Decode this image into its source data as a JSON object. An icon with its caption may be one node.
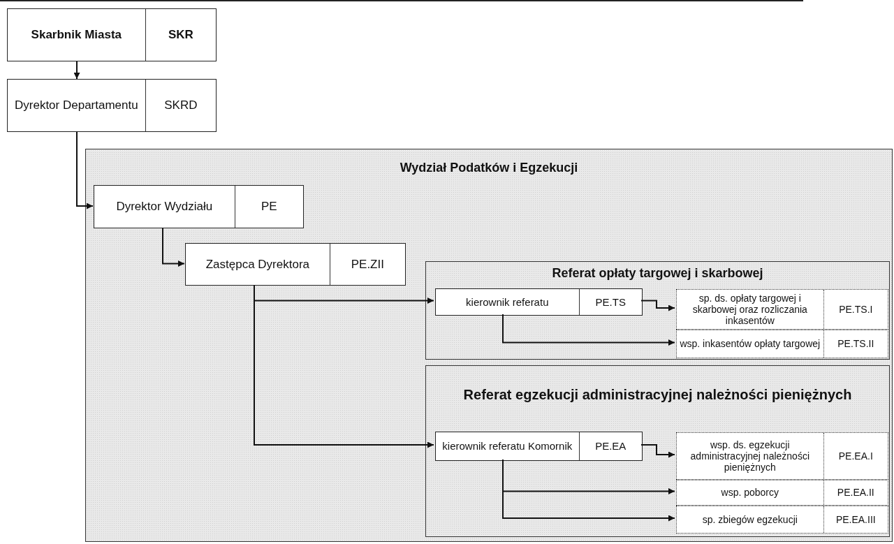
{
  "diagram": {
    "nodes": [
      {
        "text": [
          "Skarbnik Miasta",
          "SKR"
        ]
      },
      {
        "text": [
          "Dyrektor Departamentu",
          "SKRD"
        ]
      },
      {
        "text": [
          "Wydział Podatków i Egzekucji"
        ]
      },
      {
        "text": [
          "Dyrektor Wydziału",
          "PE"
        ],
        "in": 2
      },
      {
        "text": [
          "Zastępca Dyrektora",
          "PE.ZII"
        ],
        "in": 2
      },
      {
        "text": [
          "Referat opłaty targowej i skarbowej"
        ],
        "in": 2
      },
      {
        "text": [
          "kierownik referatu",
          "PE.TS"
        ],
        "in": 5
      },
      {
        "text": [
          "sp. ds. opłaty targowej i skarbowej oraz rozliczania inkasentów",
          "PE.TS.I"
        ],
        "in": 5
      },
      {
        "text": [
          "wsp. inkasentów opłaty targowej",
          "PE.TS.II"
        ],
        "in": 5
      },
      {
        "text": [
          "Referat egzekucji administracyjnej należności pieniężnych"
        ],
        "in": 2
      },
      {
        "text": [
          "kierownik referatu Komornik",
          "PE.EA"
        ],
        "in": 9
      },
      {
        "text": [
          "wsp. ds. egzekucji administracyjnej należności pieniężnych",
          "PE.EA.I"
        ],
        "in": 9
      },
      {
        "text": [
          "wsp. poborcy",
          "PE.EA.II"
        ],
        "in": 9
      },
      {
        "text": [
          "sp. zbiegów egzekucji",
          "PE.EA.III"
        ],
        "in": 9
      }
    ],
    "edges": [
      {
        "from": 0,
        "to": 1,
        "arrow": "to"
      },
      {
        "from": 1,
        "to": 3,
        "arrow": "to"
      },
      {
        "from": 3,
        "to": 4,
        "arrow": "to"
      },
      {
        "from": 4,
        "to": 6,
        "arrow": "to"
      },
      {
        "from": 4,
        "to": 10,
        "arrow": "to"
      },
      {
        "from": 6,
        "to": 7,
        "arrow": "to"
      },
      {
        "from": 6,
        "to": 8,
        "arrow": "to"
      },
      {
        "from": 10,
        "to": 11,
        "arrow": "to"
      },
      {
        "from": 10,
        "to": 12,
        "arrow": "to"
      },
      {
        "from": 10,
        "to": 13,
        "arrow": "to"
      }
    ]
  }
}
